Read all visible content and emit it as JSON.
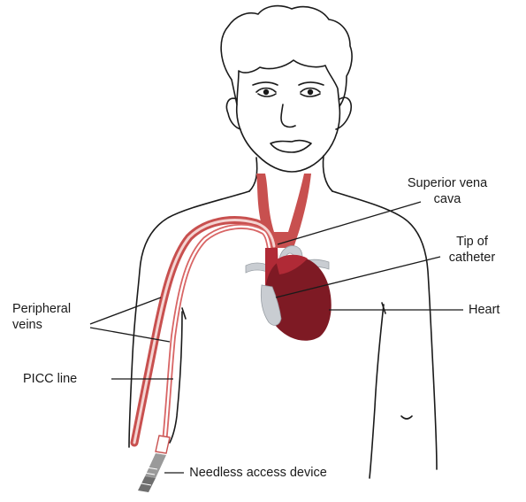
{
  "labels": {
    "superior_vena_cava": "Superior vena cava",
    "tip_of_catheter": "Tip of catheter",
    "heart": "Heart",
    "peripheral_veins": "Peripheral veins",
    "picc_line": "PICC line",
    "needleless_access_device": "Needless access device"
  },
  "colors": {
    "outline": "#1a1a1a",
    "vein": "#c8504f",
    "vein_light": "#e6a09e",
    "heart_dark": "#7e1a24",
    "heart_mid": "#b02a36",
    "vessel_grey": "#c9cdd2",
    "device": "#9a9a9a"
  }
}
